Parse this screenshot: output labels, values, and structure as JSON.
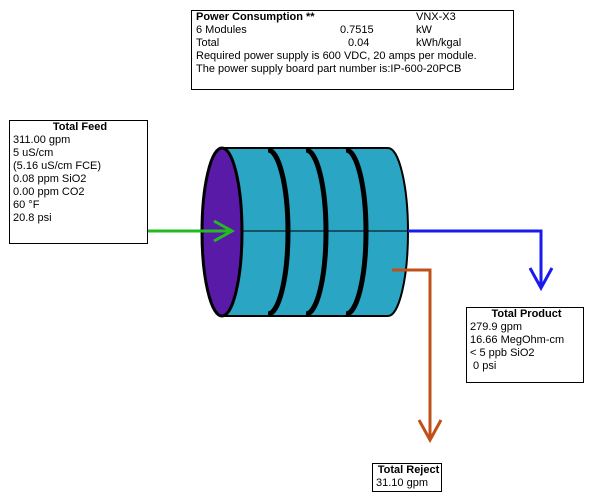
{
  "power": {
    "title": "Power Consumption **",
    "model": "VNX-X3",
    "modules_label": "6  Modules",
    "modules_value": "0.7515",
    "modules_unit": "kW",
    "total_label": "Total",
    "total_value": "0.04",
    "total_unit": "kWh/kgal",
    "note1": "Required power supply is 600 VDC, 20 amps per module.",
    "note2": "The power supply board part number is:IP-600-20PCB"
  },
  "feed": {
    "title": "Total Feed",
    "lines": [
      "311.00 gpm",
      "5 uS/cm",
      "(5.16 uS/cm FCE)",
      "0.08 ppm SiO2",
      "0.00 ppm CO2",
      "60  °F",
      "20.8 psi"
    ]
  },
  "product": {
    "title": "Total Product",
    "lines": [
      "279.9 gpm",
      "16.66 MegOhm-cm",
      "< 5 ppb SiO2",
      " 0 psi"
    ]
  },
  "reject": {
    "title": "Total Reject",
    "lines": [
      "31.10 gpm"
    ]
  },
  "colors": {
    "feed_arrow": "#22bb22",
    "product_arrow": "#1a1aee",
    "reject_arrow": "#c0501a",
    "vessel_body": "#2aa6c4",
    "vessel_end": "#5a1aa8"
  }
}
